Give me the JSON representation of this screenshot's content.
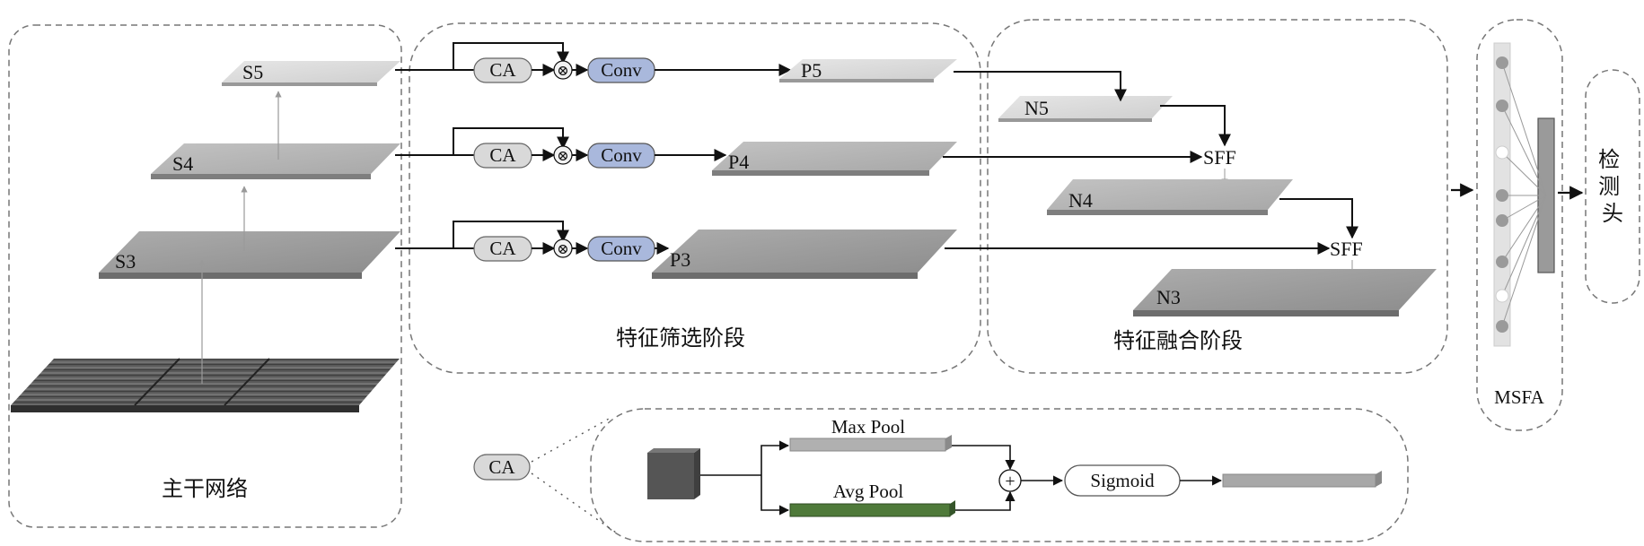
{
  "stages": {
    "backbone": "主干网络",
    "filter": "特征筛选阶段",
    "fusion": "特征融合阶段",
    "msfa": "MSFA",
    "head": "检\n测\n头"
  },
  "backbone_layers": [
    "S5",
    "S4",
    "S3"
  ],
  "filter_blocks": {
    "ca": "CA",
    "mul": "⊗",
    "conv": "Conv"
  },
  "p_layers": [
    "P5",
    "P4",
    "P3"
  ],
  "n_layers": [
    "N5",
    "N4",
    "N3"
  ],
  "sff": "SFF",
  "ca_detail": {
    "ca": "CA",
    "max_pool": "Max Pool",
    "avg_pool": "Avg Pool",
    "add": "+",
    "sigmoid": "Sigmoid"
  },
  "colors": {
    "ca_fill": "#d9d9d9",
    "conv_fill": "#a9b8dc",
    "avg_pool_fill": "#4f7a3a",
    "max_pool_fill": "#b0b0b0"
  }
}
